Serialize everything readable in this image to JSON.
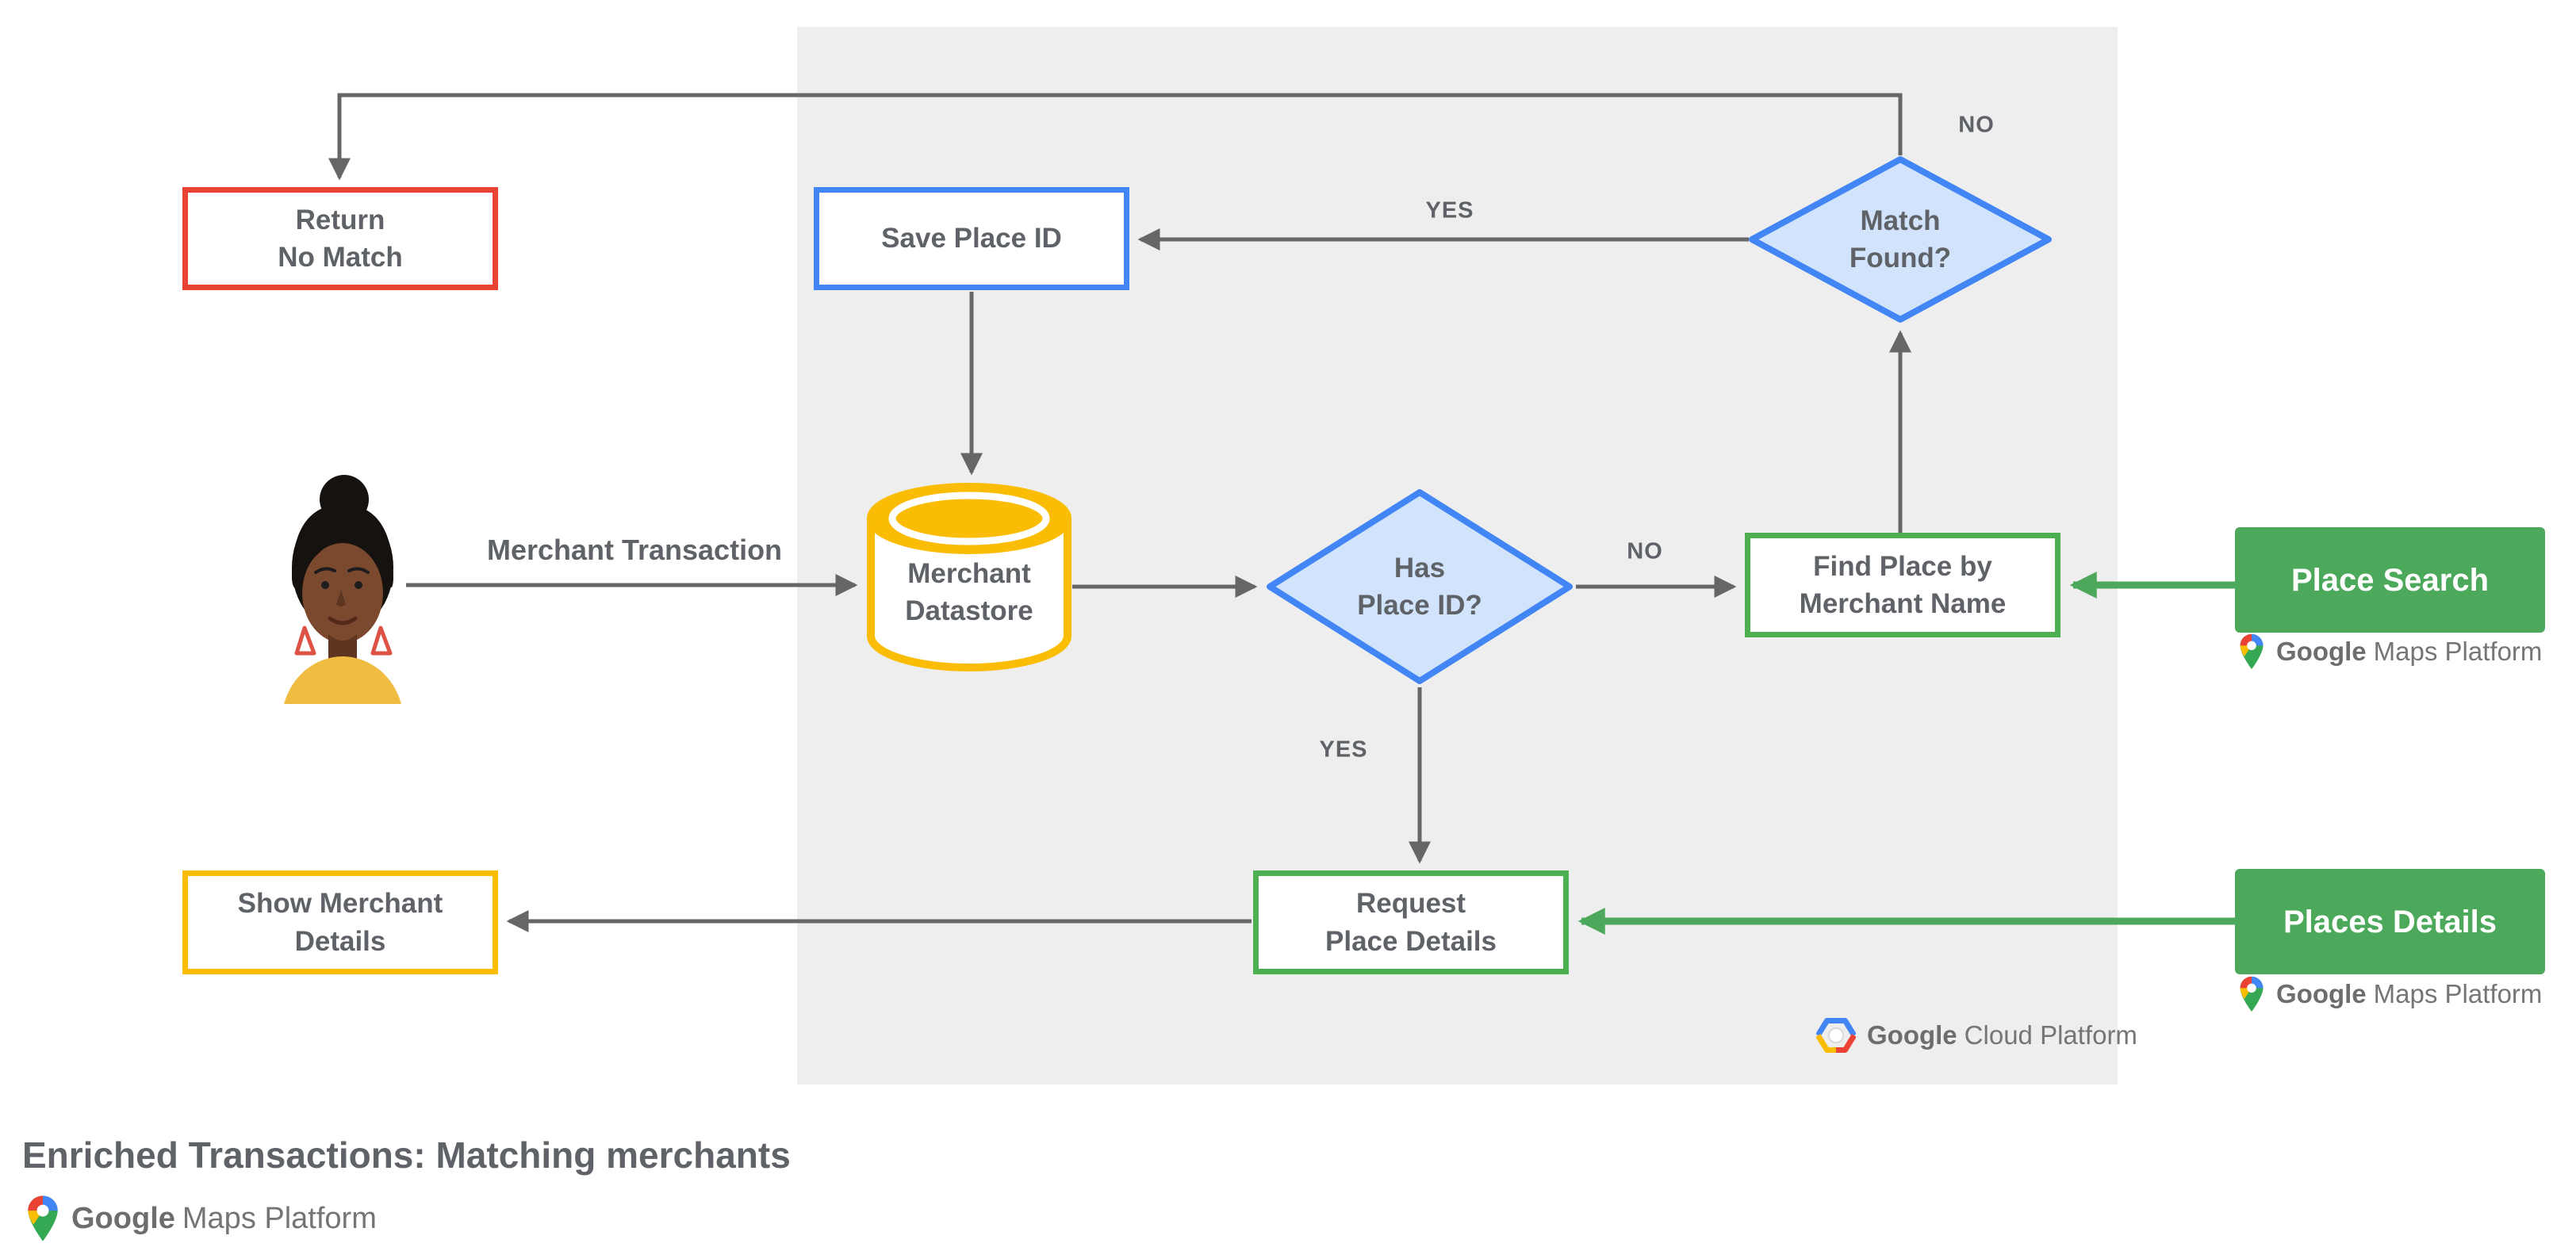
{
  "title": "Enriched Transactions: Matching merchants",
  "nodes": {
    "return_no_match": "Return\nNo Match",
    "save_place_id": "Save Place ID",
    "match_found": "Match\nFound?",
    "merchant_datastore": "Merchant\nDatastore",
    "has_place_id": "Has\nPlace ID?",
    "find_place_by_merchant_name": "Find Place by\nMerchant Name",
    "request_place_details": "Request\nPlace Details",
    "show_merchant_details": "Show Merchant\nDetails",
    "place_search": "Place Search",
    "places_details": "Places Details"
  },
  "edge_labels": {
    "merchant_transaction": "Merchant Transaction",
    "match_found_no": "NO",
    "match_found_yes": "YES",
    "has_place_id_no": "NO",
    "has_place_id_yes": "YES"
  },
  "branding": {
    "google": "Google",
    "maps_platform_rest": "Maps Platform",
    "cloud_platform_rest": "Cloud Platform"
  },
  "colors": {
    "red": "#EA4335",
    "blue": "#4285F4",
    "diamond_fill": "#D2E3FC",
    "yellow": "#FBBC04",
    "green": "#4CA85A",
    "green_border": "#4CAF50",
    "gray_text": "#5F6368",
    "connector": "#666666",
    "panel": "#EEEEEE"
  }
}
